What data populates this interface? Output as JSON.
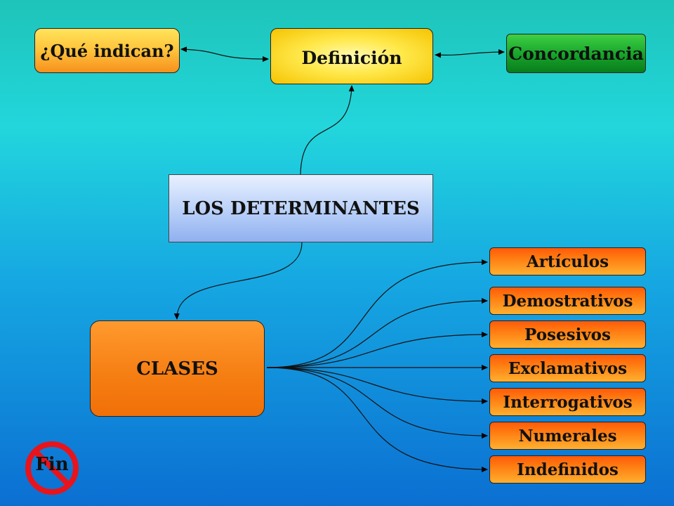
{
  "diagram": {
    "top_nodes": {
      "que_indican": "¿Qué indican?",
      "definicion": "Definición",
      "concordancia": "Concordancia"
    },
    "center": "LOS DETERMINANTES",
    "clases": "CLASES",
    "clases_items": [
      "Artículos",
      "Demostrativos",
      "Posesivos",
      "Exclamativos",
      "Interrogativos",
      "Numerales",
      "Indefinidos"
    ]
  },
  "fin_button": {
    "label": "Fin",
    "icon": "no-entry-icon",
    "ring_color": "#e8141c"
  }
}
